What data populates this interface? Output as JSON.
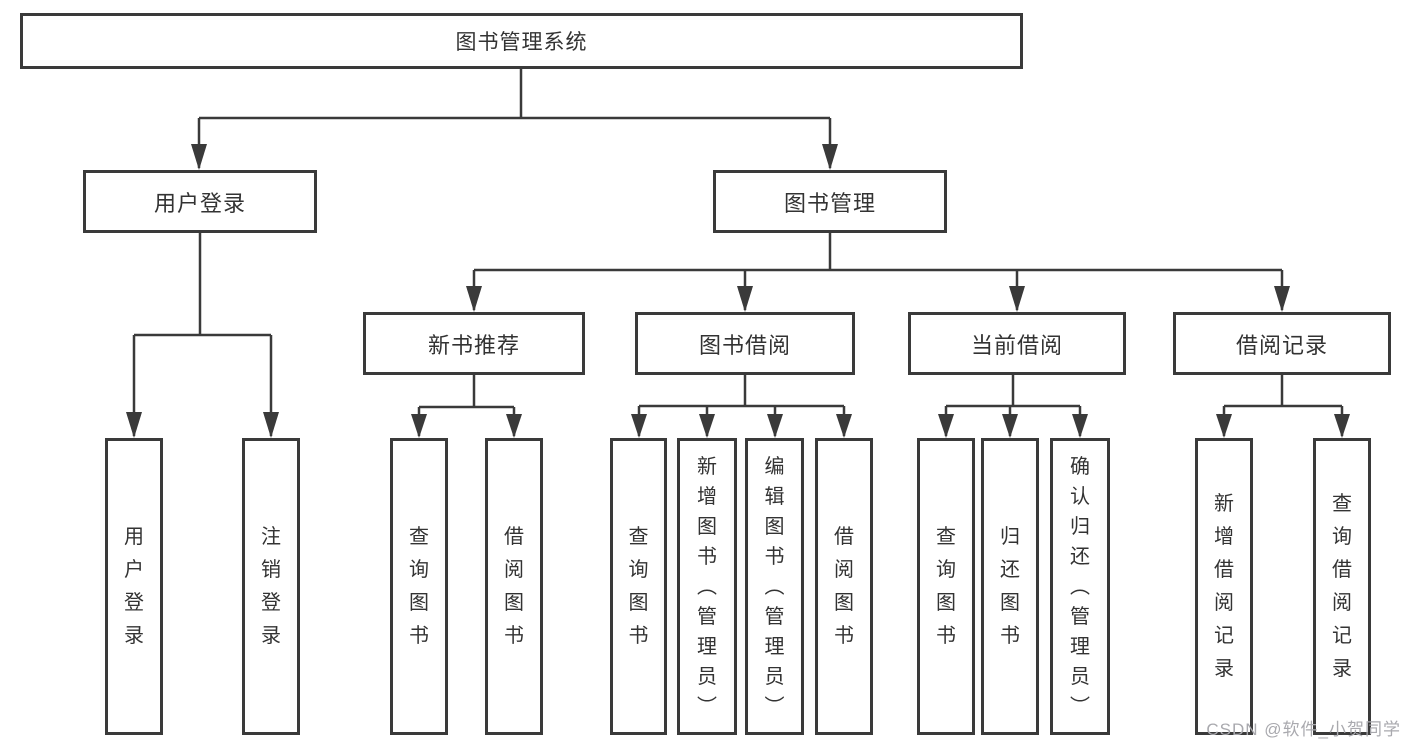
{
  "title": "图书管理系统",
  "watermark": "CSDN @软件_小贺同学",
  "colors": {
    "line_color": "#3a3a3a",
    "border_color": "#3a3a3a",
    "text_color": "#333333",
    "watermark_color": "#a9a9ae",
    "bg": "#ffffff"
  },
  "nodes": {
    "root": {
      "label": "图书管理系统"
    },
    "user_login": {
      "label": "用户登录"
    },
    "book_mgmt": {
      "label": "图书管理"
    },
    "new_book_rec": {
      "label": "新书推荐"
    },
    "book_borrow": {
      "label": "图书借阅"
    },
    "current_borrow": {
      "label": "当前借阅"
    },
    "borrow_record": {
      "label": "借阅记录"
    },
    "user_login_leaf": {
      "label": "用户登录"
    },
    "logout_leaf": {
      "label": "注销登录"
    },
    "rec_query_books": {
      "label": "查询图书"
    },
    "rec_borrow_books": {
      "label": "借阅图书"
    },
    "bb_query_books": {
      "label": "查询图书"
    },
    "bb_add_books": {
      "label": "新增图书（管理员）"
    },
    "bb_edit_books": {
      "label": "编辑图书（管理员）"
    },
    "bb_borrow_books": {
      "label": "借阅图书"
    },
    "cb_query_books": {
      "label": "查询图书"
    },
    "cb_return_books": {
      "label": "归还图书"
    },
    "cb_confirm_return": {
      "label": "确认归还（管理员）"
    },
    "br_add_record": {
      "label": "新增借阅记录"
    },
    "br_query_record": {
      "label": "查询借阅记录"
    }
  }
}
